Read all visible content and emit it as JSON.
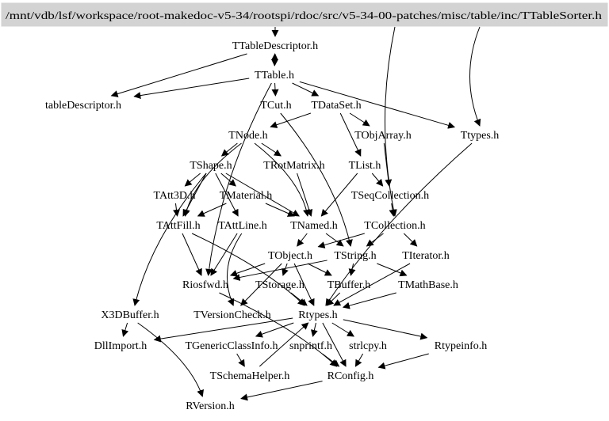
{
  "diagram": {
    "type": "include-dependency-graph",
    "root": {
      "id": "root",
      "label": "/mnt/vdb/lsf/workspace/root-makedoc-v5-34/rootspi/rdoc/src/v5-34-00-patches/misc/table/inc/TTableSorter.h",
      "fill": "#d3d3d3"
    },
    "nodes": [
      {
        "id": "TTableDescriptor",
        "label": "TTableDescriptor.h"
      },
      {
        "id": "TTable",
        "label": "TTable.h"
      },
      {
        "id": "tableDescriptor",
        "label": "tableDescriptor.h"
      },
      {
        "id": "TCut",
        "label": "TCut.h"
      },
      {
        "id": "TDataSet",
        "label": "TDataSet.h"
      },
      {
        "id": "Ttypes",
        "label": "Ttypes.h"
      },
      {
        "id": "TNode",
        "label": "TNode.h"
      },
      {
        "id": "TObjArray",
        "label": "TObjArray.h"
      },
      {
        "id": "TShape",
        "label": "TShape.h"
      },
      {
        "id": "TRotMatrix",
        "label": "TRotMatrix.h"
      },
      {
        "id": "TList",
        "label": "TList.h"
      },
      {
        "id": "TAtt3D",
        "label": "TAtt3D.h"
      },
      {
        "id": "TMaterial",
        "label": "TMaterial.h"
      },
      {
        "id": "TSeqCollection",
        "label": "TSeqCollection.h"
      },
      {
        "id": "TAttFill",
        "label": "TAttFill.h"
      },
      {
        "id": "TAttLine",
        "label": "TAttLine.h"
      },
      {
        "id": "TNamed",
        "label": "TNamed.h"
      },
      {
        "id": "TCollection",
        "label": "TCollection.h"
      },
      {
        "id": "TObject",
        "label": "TObject.h"
      },
      {
        "id": "TString",
        "label": "TString.h"
      },
      {
        "id": "TIterator",
        "label": "TIterator.h"
      },
      {
        "id": "Riosfwd",
        "label": "Riosfwd.h"
      },
      {
        "id": "TStorage",
        "label": "TStorage.h"
      },
      {
        "id": "TBuffer",
        "label": "TBuffer.h"
      },
      {
        "id": "TMathBase",
        "label": "TMathBase.h"
      },
      {
        "id": "X3DBuffer",
        "label": "X3DBuffer.h"
      },
      {
        "id": "TVersionCheck",
        "label": "TVersionCheck.h"
      },
      {
        "id": "Rtypes",
        "label": "Rtypes.h"
      },
      {
        "id": "DllImport",
        "label": "DllImport.h"
      },
      {
        "id": "TGenericClassInfo",
        "label": "TGenericClassInfo.h"
      },
      {
        "id": "snprintf",
        "label": "snprintf.h"
      },
      {
        "id": "strlcpy",
        "label": "strlcpy.h"
      },
      {
        "id": "Rtypeinfo",
        "label": "Rtypeinfo.h"
      },
      {
        "id": "TSchemaHelper",
        "label": "TSchemaHelper.h"
      },
      {
        "id": "RConfig",
        "label": "RConfig.h"
      },
      {
        "id": "RVersion",
        "label": "RVersion.h"
      }
    ],
    "edges": [
      [
        "root",
        "TTableDescriptor"
      ],
      [
        "root",
        "Ttypes"
      ],
      [
        "root",
        "TCollection"
      ],
      [
        "TTableDescriptor",
        "TTable"
      ],
      [
        "TTableDescriptor",
        "tableDescriptor"
      ],
      [
        "TTable",
        "TTableDescriptor"
      ],
      [
        "TTable",
        "tableDescriptor"
      ],
      [
        "TTable",
        "TCut"
      ],
      [
        "TTable",
        "TDataSet"
      ],
      [
        "TTable",
        "Ttypes"
      ],
      [
        "TTable",
        "Riosfwd"
      ],
      [
        "TDataSet",
        "TNode"
      ],
      [
        "TDataSet",
        "TObjArray"
      ],
      [
        "TDataSet",
        "TList"
      ],
      [
        "TCut",
        "TString"
      ],
      [
        "TNode",
        "TShape"
      ],
      [
        "TNode",
        "TRotMatrix"
      ],
      [
        "TNode",
        "TAttFill"
      ],
      [
        "TNode",
        "TNamed"
      ],
      [
        "TShape",
        "TAtt3D"
      ],
      [
        "TShape",
        "TMaterial"
      ],
      [
        "TShape",
        "TAttFill"
      ],
      [
        "TShape",
        "TAttLine"
      ],
      [
        "TShape",
        "TNamed"
      ],
      [
        "TShape",
        "X3DBuffer"
      ],
      [
        "TAtt3D",
        "TAttFill"
      ],
      [
        "TMaterial",
        "TAttFill"
      ],
      [
        "TMaterial",
        "TNamed"
      ],
      [
        "TRotMatrix",
        "TNamed"
      ],
      [
        "TObjArray",
        "TSeqCollection"
      ],
      [
        "TList",
        "TSeqCollection"
      ],
      [
        "TList",
        "TNamed"
      ],
      [
        "TSeqCollection",
        "TCollection"
      ],
      [
        "TCollection",
        "TObject"
      ],
      [
        "TCollection",
        "TString"
      ],
      [
        "TCollection",
        "TIterator"
      ],
      [
        "TNamed",
        "TObject"
      ],
      [
        "TNamed",
        "TString"
      ],
      [
        "TAttFill",
        "Riosfwd"
      ],
      [
        "TAttFill",
        "Rtypes"
      ],
      [
        "TAttLine",
        "Riosfwd"
      ],
      [
        "TAttLine",
        "TVersionCheck"
      ],
      [
        "TObject",
        "Riosfwd"
      ],
      [
        "TObject",
        "TStorage"
      ],
      [
        "TObject",
        "TBuffer"
      ],
      [
        "TObject",
        "Rtypes"
      ],
      [
        "TObject",
        "TVersionCheck"
      ],
      [
        "TString",
        "TMathBase"
      ],
      [
        "TString",
        "Riosfwd"
      ],
      [
        "TString",
        "TBuffer"
      ],
      [
        "TIterator",
        "Rtypes"
      ],
      [
        "TStorage",
        "Rtypes"
      ],
      [
        "TBuffer",
        "Rtypes"
      ],
      [
        "TMathBase",
        "Rtypes"
      ],
      [
        "Riosfwd",
        "RConfig"
      ],
      [
        "Ttypes",
        "Rtypes"
      ],
      [
        "X3DBuffer",
        "DllImport"
      ],
      [
        "X3DBuffer",
        "RVersion"
      ],
      [
        "Rtypes",
        "DllImport"
      ],
      [
        "Rtypes",
        "TGenericClassInfo"
      ],
      [
        "Rtypes",
        "snprintf"
      ],
      [
        "Rtypes",
        "strlcpy"
      ],
      [
        "Rtypes",
        "Rtypeinfo"
      ],
      [
        "Rtypes",
        "RConfig"
      ],
      [
        "TGenericClassInfo",
        "TSchemaHelper"
      ],
      [
        "TSchemaHelper",
        "Rtypes"
      ],
      [
        "snprintf",
        "RConfig"
      ],
      [
        "strlcpy",
        "RConfig"
      ],
      [
        "Rtypeinfo",
        "RConfig"
      ],
      [
        "RConfig",
        "RVersion"
      ]
    ]
  }
}
